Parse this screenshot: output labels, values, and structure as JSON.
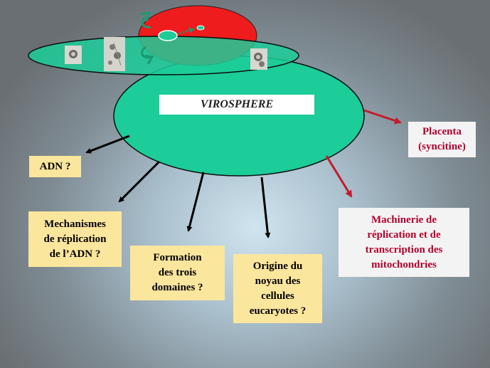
{
  "title": "VIROSPHERE",
  "boxes": {
    "adn": [
      "ADN ?"
    ],
    "mechanismes": [
      "Mechanismes",
      "de réplication",
      "de l’ADN ?"
    ],
    "formation": [
      "Formation",
      "des trois",
      "domaines ?"
    ],
    "origine": [
      "Origine du",
      "noyau des",
      "cellules",
      "eucaryotes ?"
    ],
    "placenta": [
      "Placenta",
      "(syncitine)"
    ],
    "machinerie": [
      "Machinerie de",
      "réplication et de",
      "transcription des",
      "mitochondries"
    ]
  },
  "colors": {
    "virosphere": "#1ccc99",
    "cell": "#ee1c1c",
    "black_arrow": "#000000",
    "red_arrow": "#c41a2a",
    "yellow_box": "#fbe69d",
    "red_text": "#b3002d"
  },
  "icons": [
    "virus-particle-image-1",
    "virus-particle-image-2",
    "virus-particle-image-3",
    "curved-arrow-icon",
    "green-arrow-icon"
  ]
}
